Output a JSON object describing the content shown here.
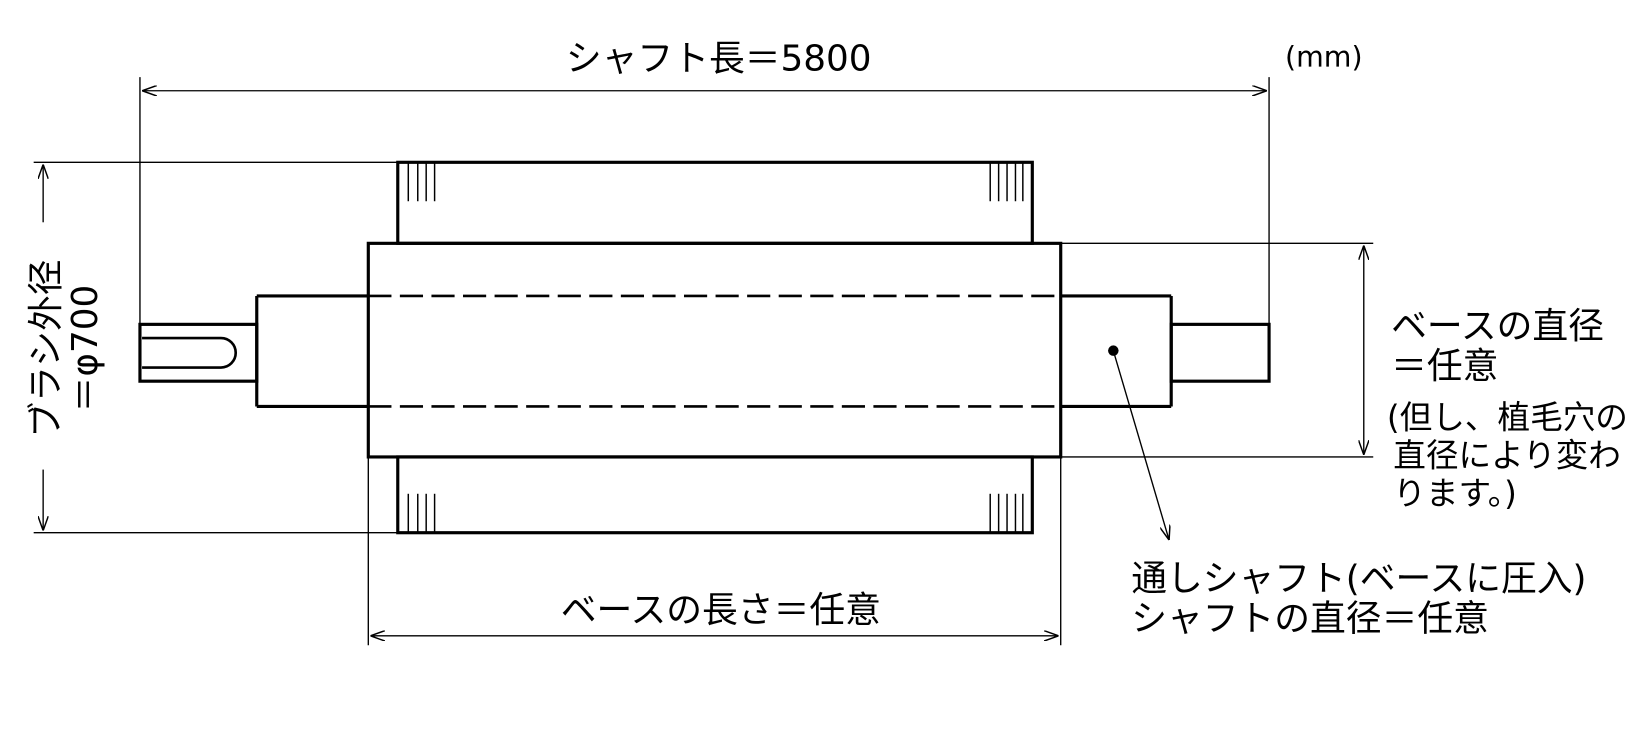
{
  "unit_label": "(mm)",
  "shaft_length_label": "シャフト長＝5800",
  "brush_diameter": {
    "line1": "ブラシ外径",
    "line2": "＝φ700"
  },
  "base_diameter": {
    "line1": "ベースの直径",
    "line2": "＝任意",
    "note_line1": "(但し、植毛穴の",
    "note_line2": "直径により変わ",
    "note_line3": "ります。)"
  },
  "base_length_label": "ベースの長さ＝任意",
  "through_shaft": {
    "line1": "通しシャフト(ベースに圧入)",
    "line2": "シャフトの直径＝任意"
  },
  "colors": {
    "line": "#000000",
    "background": "#ffffff"
  }
}
